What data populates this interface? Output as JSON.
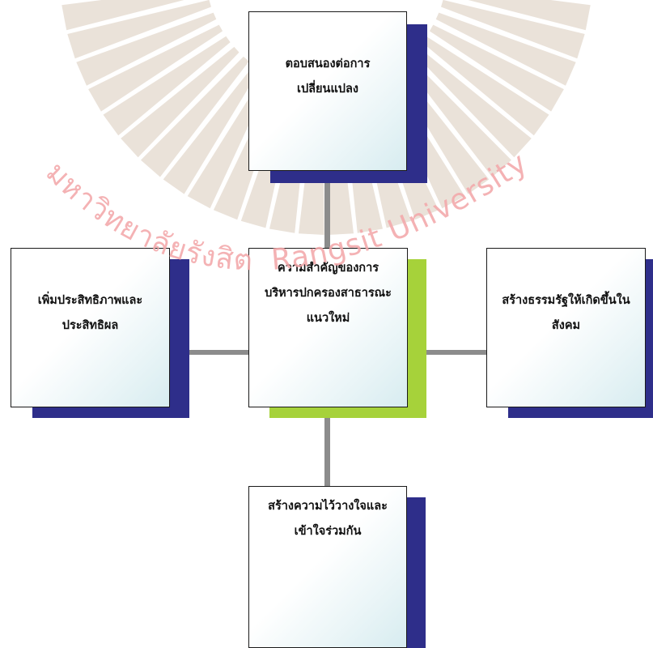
{
  "diagram": {
    "center": {
      "lines": [
        "ความสำคัญของการ",
        "บริหารปกครองสาธารณะ",
        "แนวใหม่"
      ]
    },
    "top": {
      "lines": [
        "ตอบสนองต่อการ",
        "เปลี่ยนแปลง"
      ]
    },
    "left": {
      "lines": [
        "เพิ่มประสิทธิภาพและ",
        "ประสิทธิผล"
      ]
    },
    "right": {
      "lines": [
        "สร้างธรรมรัฐให้เกิดขึ้นใน",
        "สังคม"
      ]
    },
    "bottom": {
      "lines": [
        "สร้างความไว้วางใจและ",
        "เข้าใจร่วมกัน"
      ]
    }
  },
  "watermark": {
    "thai": "มหาวิทยาลัยรังสิต",
    "english": "Rangsit University"
  },
  "colors": {
    "node_border": "#1a1a1a",
    "shadow_navy": "#2e2e8a",
    "shadow_green": "#a6d23a",
    "connector": "#8c8c8c",
    "watermark_rays": "#e7ddd3",
    "watermark_text": "#f2a7aa"
  }
}
